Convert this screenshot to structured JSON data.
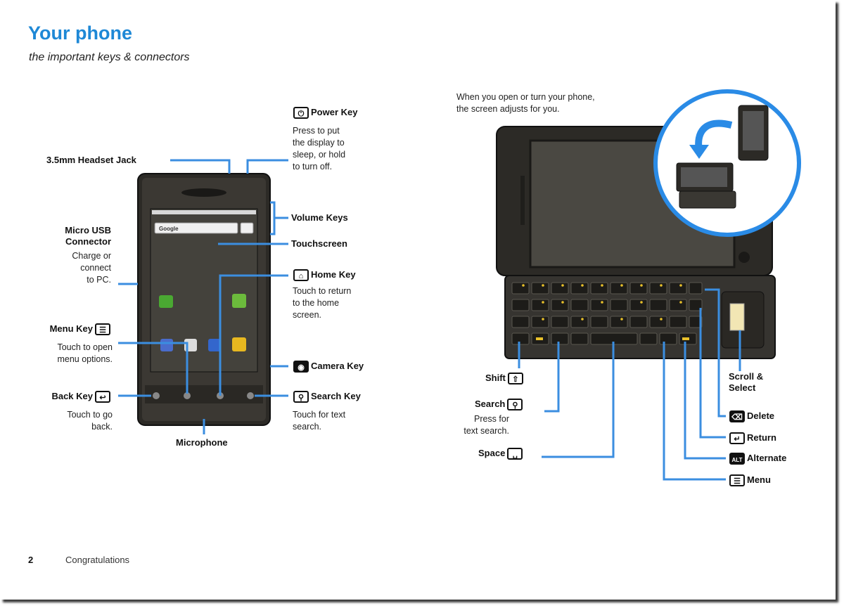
{
  "header": {
    "title": "Your phone",
    "subtitle": "the important keys & connectors"
  },
  "left_phone": {
    "headset_jack": "3.5mm Headset Jack",
    "power_key": {
      "label": "Power Key",
      "desc": [
        "Press to put",
        "the display to",
        "sleep, or hold",
        "to turn off."
      ],
      "icon": "power-icon"
    },
    "volume_keys": "Volume Keys",
    "touchscreen": "Touchscreen",
    "micro_usb": {
      "label": [
        "Micro USB",
        "Connector"
      ],
      "desc": [
        "Charge or",
        "connect",
        "to PC."
      ]
    },
    "home_key": {
      "label": "Home Key",
      "desc": [
        "Touch to return",
        "to the home",
        "screen."
      ],
      "icon": "home-icon"
    },
    "menu_key": {
      "label": "Menu Key",
      "desc": [
        "Touch to open",
        "menu options."
      ],
      "icon": "menu-icon"
    },
    "camera_key": {
      "label": "Camera Key",
      "icon": "camera-icon"
    },
    "back_key": {
      "label": "Back Key",
      "desc": [
        "Touch to go",
        "back."
      ],
      "icon": "back-icon"
    },
    "search_key": {
      "label": "Search Key",
      "desc": [
        "Touch for text",
        "search."
      ],
      "icon": "search-icon"
    },
    "microphone": "Microphone",
    "screen_search_text": "Google"
  },
  "right_phone": {
    "intro": [
      "When you open or turn your phone,",
      "the screen adjusts for you."
    ],
    "shift": "Shift",
    "search": {
      "label": "Search",
      "desc": [
        "Press for",
        "text search."
      ]
    },
    "space": "Space",
    "scroll_select": [
      "Scroll &",
      "Select"
    ],
    "delete": "Delete",
    "return": "Return",
    "alternate": "Alternate",
    "alt_icon_text": "ALT",
    "menu": "Menu"
  },
  "footer": {
    "page_number": "2",
    "section": "Congratulations"
  },
  "colors": {
    "title_blue": "#1e88d6",
    "callout_blue": "#3b8ee0",
    "phone_dark": "#2c2a26"
  }
}
